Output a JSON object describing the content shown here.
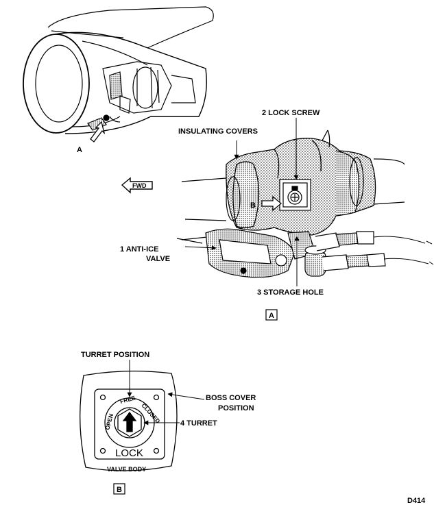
{
  "labels": {
    "view_a_callout": "A",
    "lock_screw": "2 LOCK SCREW",
    "insulating_covers": "INSULATING COVERS",
    "fwd": "FWD",
    "view_b_callout": "B",
    "anti_ice_line1": "1 ANTI-ICE",
    "anti_ice_line2": "VALVE",
    "storage_hole": "3 STORAGE HOLE",
    "view_a_box": "A",
    "turret_position": "TURRET POSITION",
    "boss_cover_line1": "BOSS COVER",
    "boss_cover_line2": "POSITION",
    "turret": "4 TURRET",
    "valve_body": "VALVE BODY",
    "view_b_box": "B",
    "figure_id": "D414"
  },
  "turret_ring": {
    "open": "OPEN",
    "free": "FREE",
    "closed": "CLOSED",
    "lock": "LOCK"
  }
}
